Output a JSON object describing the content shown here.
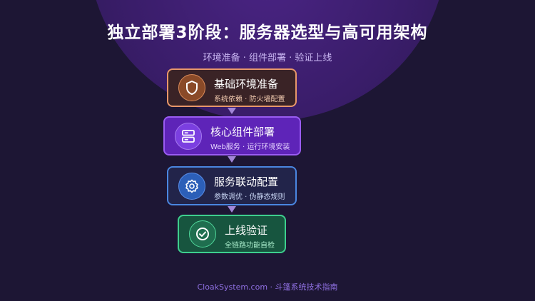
{
  "title": "独立部署3阶段：服务器选型与高可用架构",
  "subtitle": "环境准备 · 组件部署 · 验证上线",
  "steps": [
    {
      "title": "基础环境准备",
      "desc": "系统依赖 · 防火墙配置",
      "icon": "shield-icon",
      "color": "#f0a06a"
    },
    {
      "title": "核心组件部署",
      "desc": "Web服务 · 运行环境安装",
      "icon": "server-icon",
      "color": "#a361ff"
    },
    {
      "title": "服务联动配置",
      "desc": "参数调优 · 伪静态规则",
      "icon": "gear-icon",
      "color": "#4c8ee8"
    },
    {
      "title": "上线验证",
      "desc": "全链路功能自检",
      "icon": "check-circle-icon",
      "color": "#3ecf8e"
    }
  ],
  "footer": "CloakSystem.com · 斗篷系统技术指南"
}
